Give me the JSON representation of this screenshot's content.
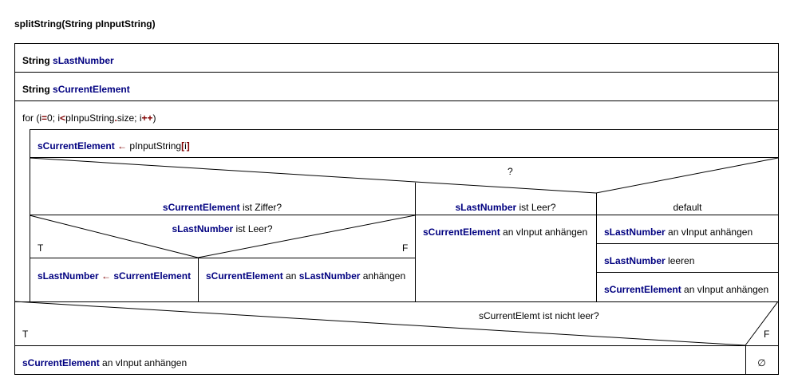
{
  "title": "splitString(String pInputString)",
  "decl1": {
    "type": "String",
    "name": "sLastNumber"
  },
  "decl2": {
    "type": "String",
    "name": "sCurrentElement"
  },
  "loop": {
    "pre": "for (",
    "i1": "i",
    "eq": "=",
    "zero": "0; ",
    "i2": "i",
    "lt": "<",
    "arr": "pInpuString",
    "dot": ".",
    "size": "size; ",
    "i3": "i",
    "inc": "++",
    "post": ")"
  },
  "assign_current": {
    "target": "sCurrentElement",
    "arrow": "←",
    "source": "pInputString",
    "lb": "[",
    "idx": "i",
    "rb": "]"
  },
  "case": {
    "question": "?",
    "case1": {
      "var": "sCurrentElement",
      "text": " ist Ziffer?"
    },
    "case2": {
      "var": "sLastNumber",
      "text": " ist Leer?"
    },
    "default": "default"
  },
  "inner_if": {
    "var": "sLastNumber",
    "text": " ist Leer?",
    "true_label": "T",
    "false_label": "F"
  },
  "true_branch": {
    "target": "sLastNumber",
    "arrow": "←",
    "source": "sCurrentElement"
  },
  "false_branch": {
    "var1": "sCurrentElement",
    "mid": " an ",
    "var2": "sLastNumber",
    "end": " anhängen"
  },
  "case2_body": {
    "var": "sCurrentElement",
    "text": " an vInput anhängen"
  },
  "default_body": [
    {
      "var": "sLastNumber",
      "text": " an vInput anhängen"
    },
    {
      "var": "sLastNumber",
      "text": " leeren"
    },
    {
      "var": "sCurrentElement",
      "text": " an vInput anhängen"
    }
  ],
  "final_if": {
    "condition": "sCurrentElemt ist nicht leer?",
    "true_label": "T",
    "false_label": "F",
    "empty_symbol": "∅"
  },
  "final_action": {
    "var": "sCurrentElement",
    "text": " an vInput anhängen"
  }
}
